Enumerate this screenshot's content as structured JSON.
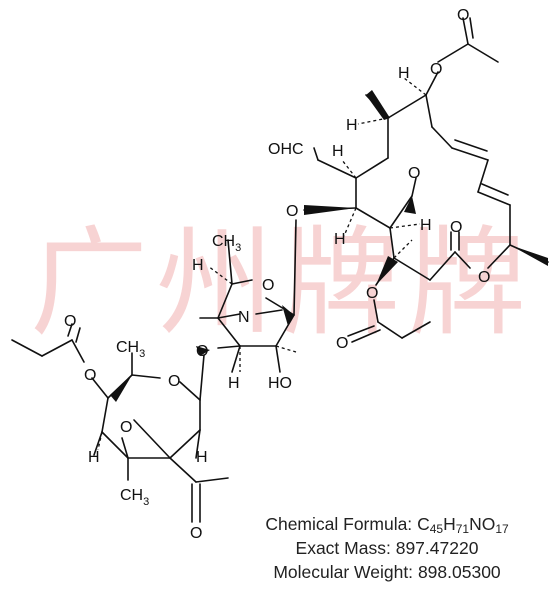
{
  "watermark": {
    "text": "广州牌牌"
  },
  "compound": {
    "formula_label": "Chemical Formula:",
    "formula_parts": [
      "C",
      "45",
      "H",
      "71",
      "NO",
      "17"
    ],
    "exact_mass_label": "Exact Mass:",
    "exact_mass": "897.47220",
    "mol_weight_label": "Molecular Weight:",
    "mol_weight": "898.05300"
  },
  "atoms": {
    "ohc": "OHC",
    "o": "O",
    "n": "N",
    "oh": "HO",
    "h": "H",
    "ch3": "CH",
    "ch3_sub": "3"
  }
}
